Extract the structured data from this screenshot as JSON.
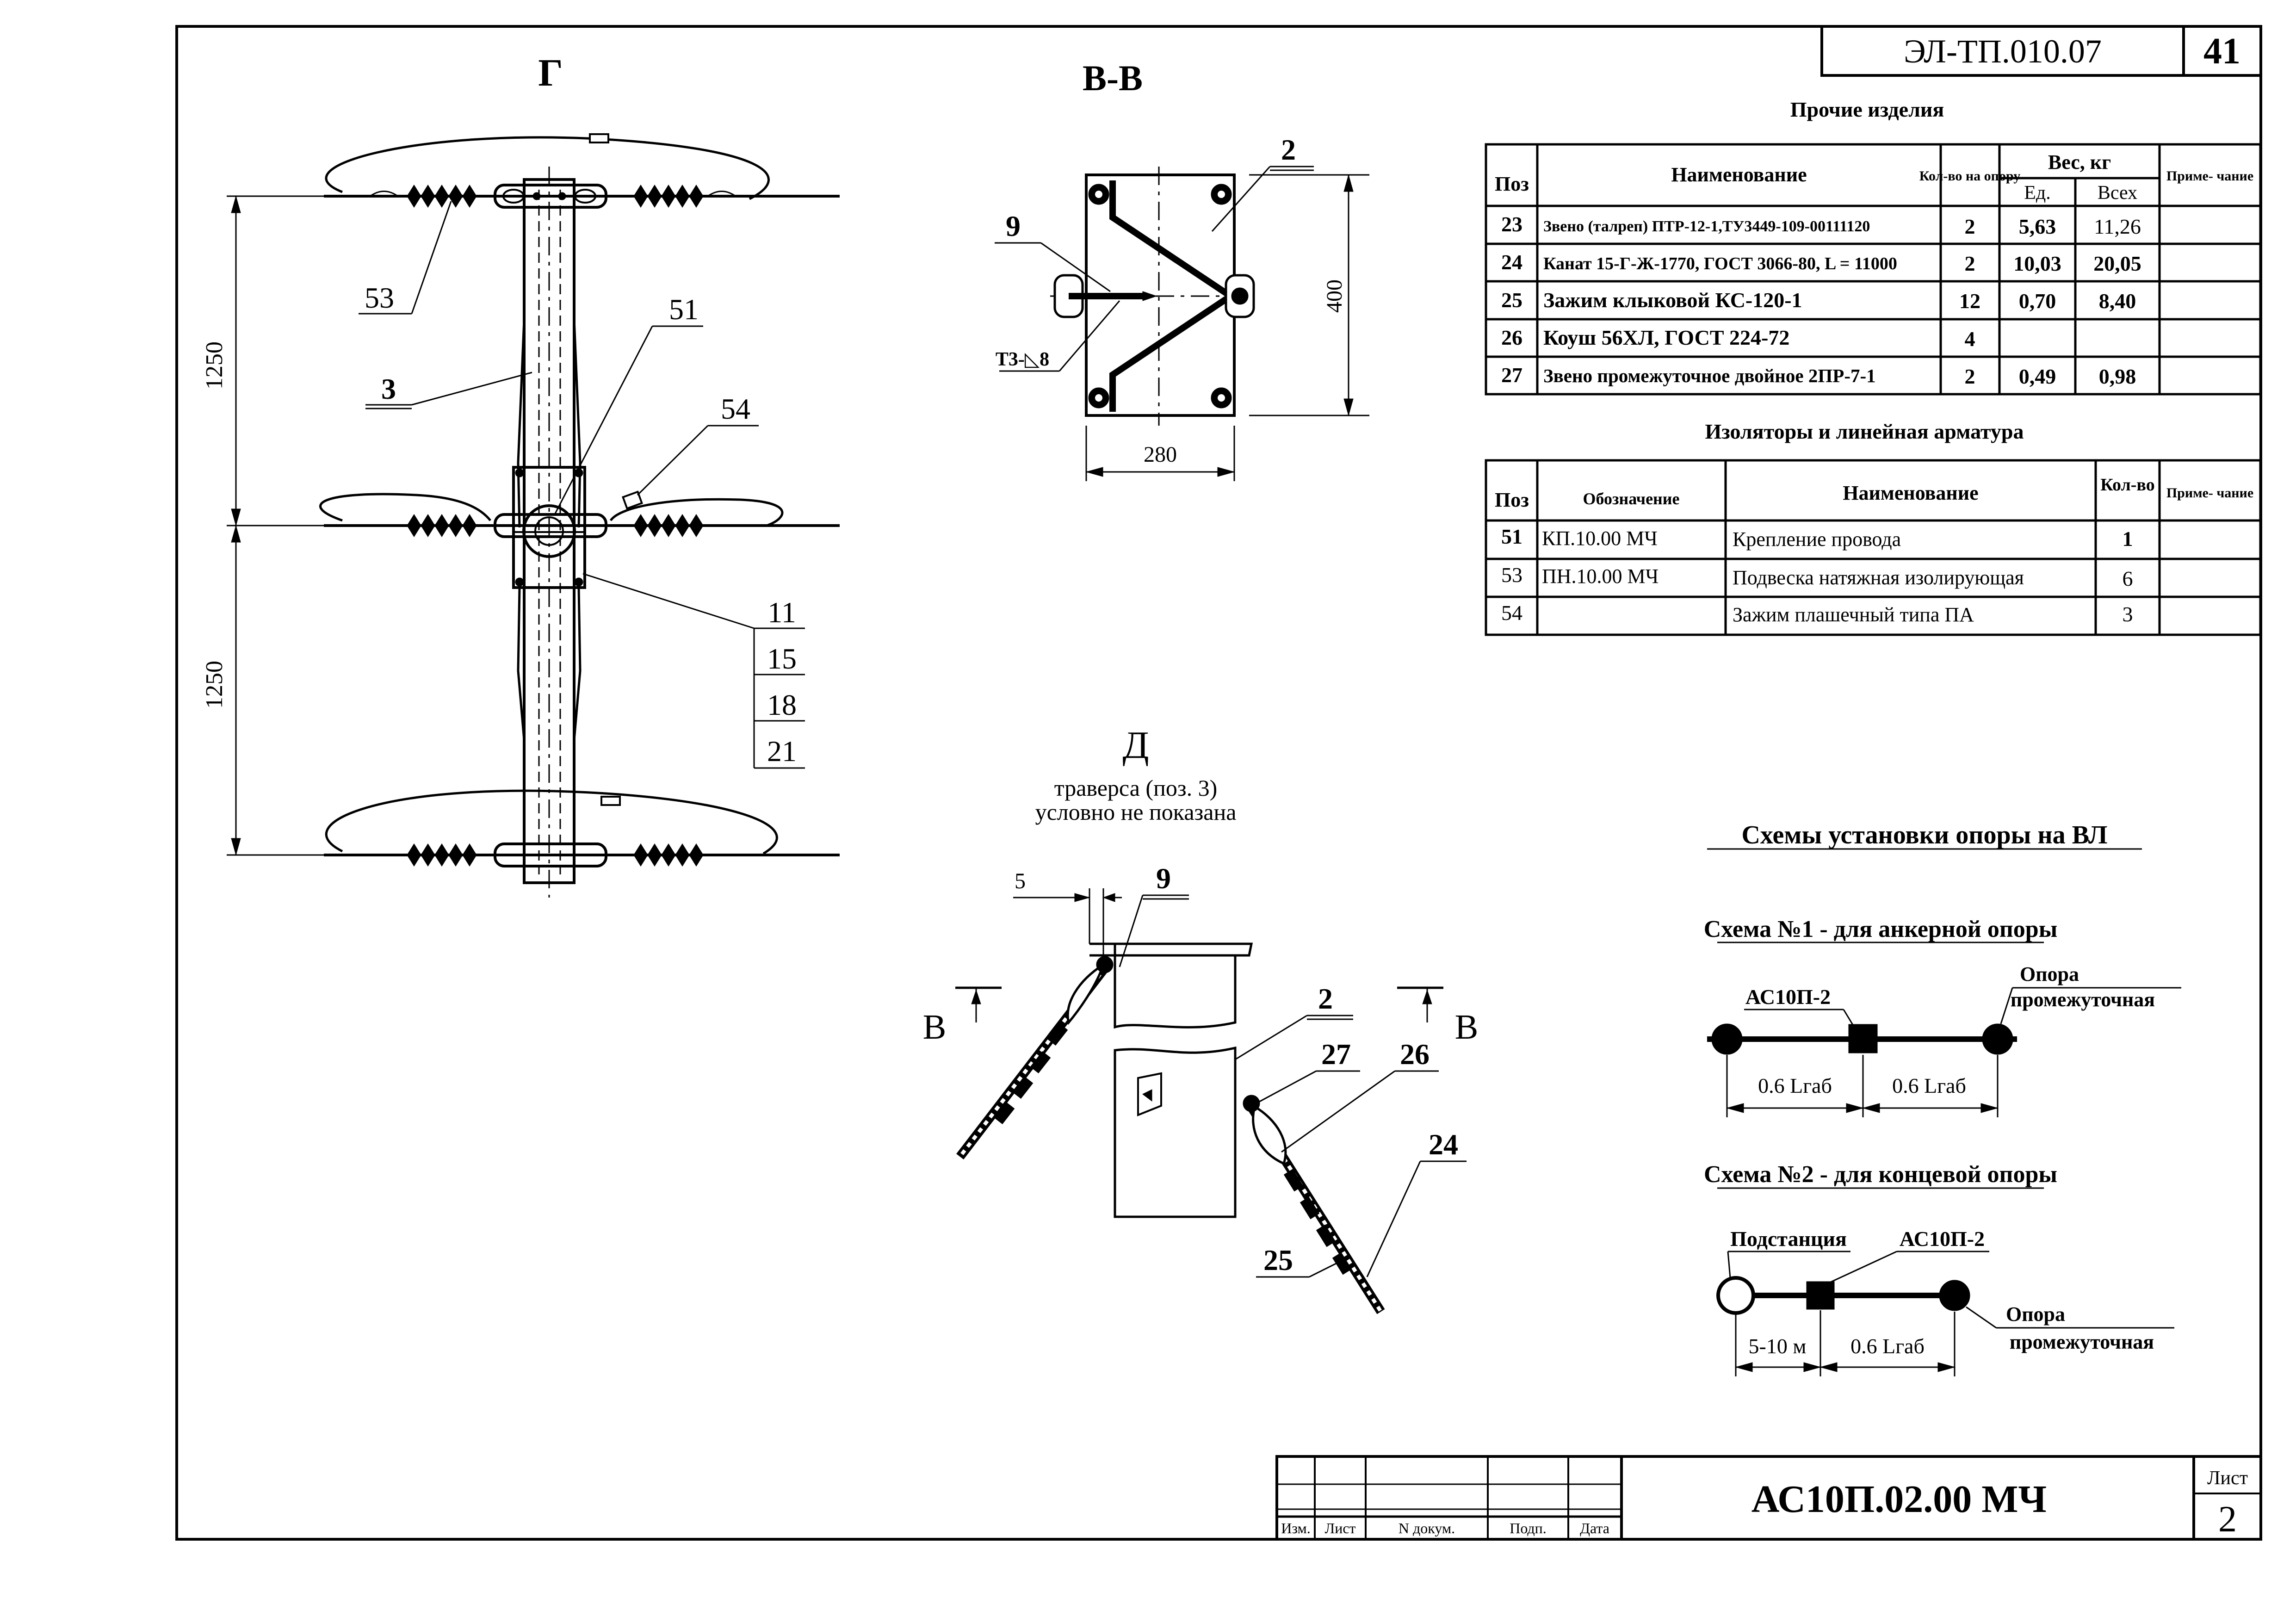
{
  "header": {
    "doc_code": "ЭЛ-ТП.010.07",
    "page_no": "41"
  },
  "views": {
    "view_g": {
      "label": "Г",
      "dim_top": "1250",
      "dim_bottom": "1250",
      "callouts": {
        "c53": "53",
        "c3": "3",
        "c51": "51",
        "c54": "54",
        "c11": "11",
        "c15": "15",
        "c18": "18",
        "c21": "21"
      }
    },
    "view_bb": {
      "label": "В-В",
      "pos2": "2",
      "pos9": "9",
      "weld": "Т3-◺8",
      "dim_height": "400",
      "dim_width": "280"
    },
    "view_d": {
      "label": "Д",
      "note1": "траверса (поз. 3)",
      "note2": "условно не показана",
      "dim5": "5",
      "pos9": "9",
      "pos2": "2",
      "pos27": "27",
      "pos26": "26",
      "pos24": "24",
      "pos25": "25",
      "sec_left": "В",
      "sec_right": "В"
    }
  },
  "other_items": {
    "title": "Прочие изделия",
    "headers": {
      "pos": "Поз",
      "name": "Наименование",
      "qty": "Кол-во на опору",
      "weight": "Вес, кг",
      "unit": "Ед.",
      "total": "Всех",
      "note": "Приме- чание"
    },
    "rows": [
      {
        "pos": "23",
        "name": "Звено (талреп) ПТР-12-1,ТУ3449-109-00111120",
        "qty": "2",
        "unit": "5,63",
        "total": "11,26",
        "note": ""
      },
      {
        "pos": "24",
        "name": "Канат 15-Г-Ж-1770, ГОСТ 3066-80, L = 11000",
        "qty": "2",
        "unit": "10,03",
        "total": "20,05",
        "note": ""
      },
      {
        "pos": "25",
        "name": "Зажим клыковой КС-120-1",
        "qty": "12",
        "unit": "0,70",
        "total": "8,40",
        "note": ""
      },
      {
        "pos": "26",
        "name": "Коуш 56ХЛ, ГОСТ 224-72",
        "qty": "4",
        "unit": "",
        "total": "",
        "note": ""
      },
      {
        "pos": "27",
        "name": "Звено промежуточное двойное 2ПР-7-1",
        "qty": "2",
        "unit": "0,49",
        "total": "0,98",
        "note": ""
      }
    ]
  },
  "insulators": {
    "title": "Изоляторы и линейная арматура",
    "headers": {
      "pos": "Поз",
      "designation": "Обозначение",
      "name": "Наименование",
      "qty": "Кол-во",
      "note": "Приме- чание"
    },
    "rows": [
      {
        "pos": "51",
        "designation": "КП.10.00 МЧ",
        "name": "Крепление провода",
        "qty": "1",
        "note": ""
      },
      {
        "pos": "53",
        "designation": "ПН.10.00 МЧ",
        "name": "Подвеска натяжная изолирующая",
        "qty": "6",
        "note": ""
      },
      {
        "pos": "54",
        "designation": "",
        "name": "Зажим плашечный типа ПА",
        "qty": "3",
        "note": ""
      }
    ]
  },
  "schemes": {
    "title": "Схемы установки опоры на ВЛ",
    "scheme1": {
      "title": "Схема №1 - для анкерной опоры",
      "device": "АС10П-2",
      "support1": "Опора",
      "support2": "промежуточная",
      "span1": "0.6 Lгаб",
      "span2": "0.6 Lгаб"
    },
    "scheme2": {
      "title": "Схема №2 - для концевой опоры",
      "substation": "Подстанция",
      "device": "АС10П-2",
      "support1": "Опора",
      "support2": "промежуточная",
      "span1": "5-10 м",
      "span2": "0.6 Lгаб"
    }
  },
  "title_block": {
    "col_izm": "Изм.",
    "col_list": "Лист",
    "col_doc": "N докум.",
    "col_sign": "Подп.",
    "col_date": "Дата",
    "designation": "АС10П.02.00 МЧ",
    "sheet_label": "Лист",
    "sheet_no": "2"
  }
}
